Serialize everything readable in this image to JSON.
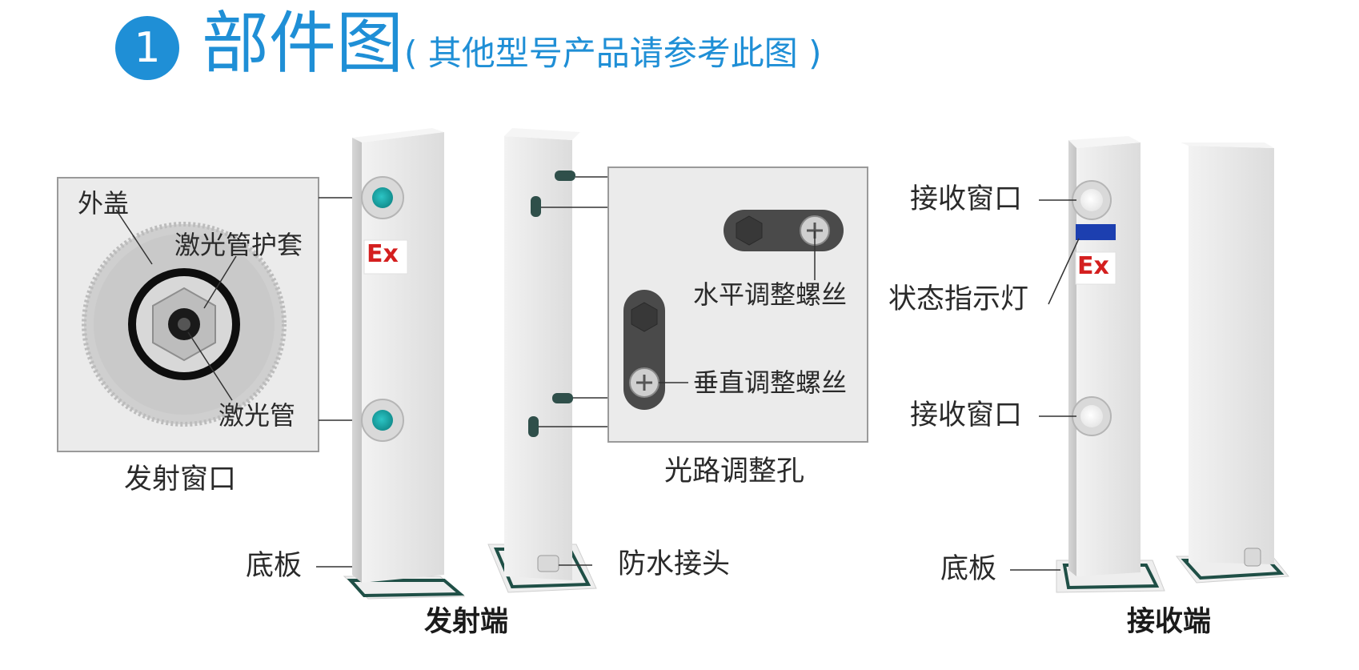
{
  "header": {
    "number": "1",
    "title": "部件图",
    "subtitle": "( 其他型号产品请参考此图 )"
  },
  "callouts": {
    "outer_cover": "外盖",
    "laser_sleeve": "激光管护套",
    "laser_tube": "激光管",
    "transmit_window": "发射窗口",
    "horizontal_screw": "水平调整螺丝",
    "vertical_screw": "垂直调整螺丝",
    "optical_adjust_hole": "光路调整孔",
    "base_plate_left": "底板",
    "waterproof_joint": "防水接头",
    "receive_window_top": "接收窗口",
    "status_indicator": "状态指示灯",
    "receive_window_bottom": "接收窗口",
    "base_plate_right": "底板"
  },
  "badges": {
    "ex_left": "Ex",
    "ex_right": "Ex"
  },
  "captions": {
    "transmitter": "发射端",
    "receiver": "接收端"
  },
  "colors": {
    "title_blue": "#1f8fd6",
    "lens_teal": "#1aa6a6",
    "ex_red": "#d41f1f",
    "indicator_blue": "#1c3fb0",
    "pole_grey": "#e6e6e6",
    "base_green": "#1f4f46"
  }
}
